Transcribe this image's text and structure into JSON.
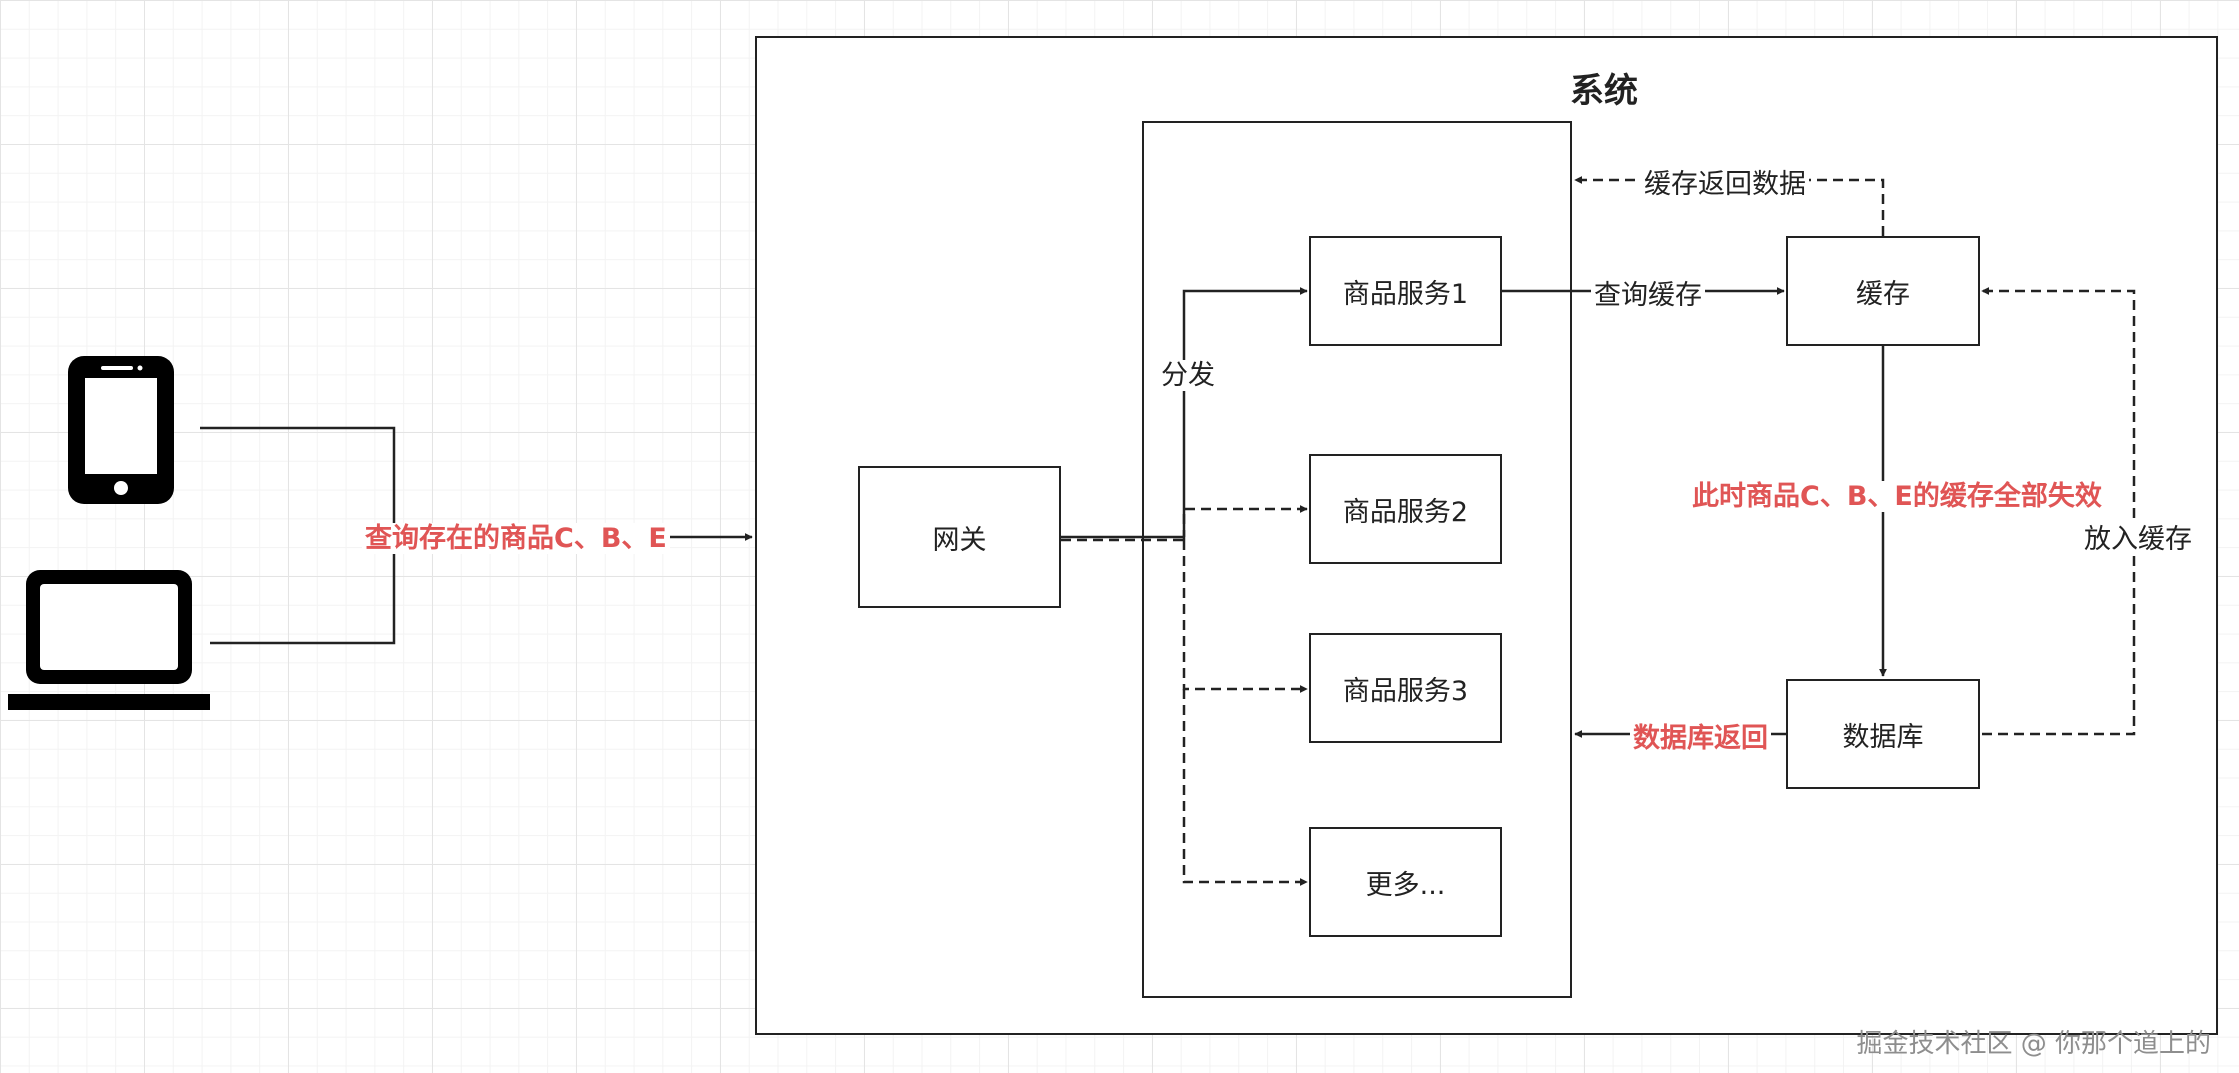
{
  "system": {
    "title": "系统"
  },
  "nodes": {
    "gateway": "网关",
    "service1": "商品服务1",
    "service2": "商品服务2",
    "service3": "商品服务3",
    "more": "更多...",
    "cache": "缓存",
    "database": "数据库"
  },
  "edges": {
    "client_query": "查询存在的商品C、B、E",
    "dispatch": "分发",
    "query_cache": "查询缓存",
    "cache_return": "缓存返回数据",
    "cache_invalid": "此时商品C、B、E的缓存全部失效",
    "put_cache": "放入缓存",
    "db_return": "数据库返回"
  },
  "clients": [
    {
      "icon": "tablet-icon"
    },
    {
      "icon": "laptop-icon"
    }
  ],
  "colors": {
    "line": "#222222",
    "highlight": "#e05555"
  },
  "watermark": "掘金技术社区 @ 你那个道上的"
}
